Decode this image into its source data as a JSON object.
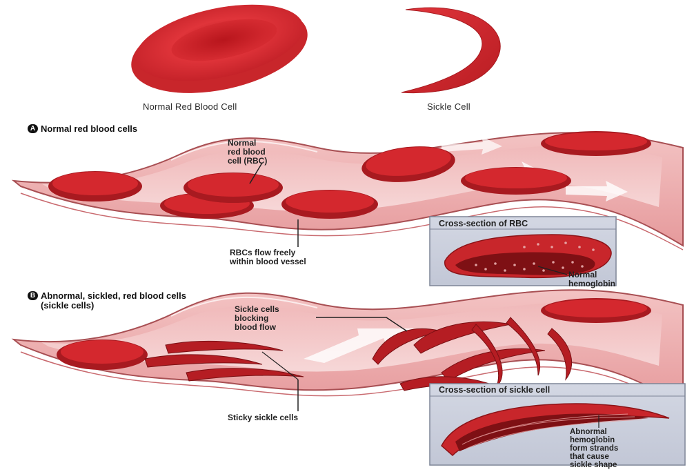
{
  "top": {
    "normal_caption": "Normal Red Blood Cell",
    "sickle_caption": "Sickle Cell"
  },
  "section_a": {
    "badge": "A",
    "title": "Normal red blood cells",
    "rbc_label": "Normal\nred blood\ncell (RBC)",
    "flow_label": "RBCs flow freely\nwithin blood vessel",
    "inset_title": "Cross-section of RBC",
    "inset_label": "Normal\nhemoglobin"
  },
  "section_b": {
    "badge": "B",
    "title": "Abnormal, sickled, red blood cells\n(sickle cells)",
    "blocking_label": "Sickle cells\nblocking\nblood flow",
    "sticky_label": "Sticky sickle cells",
    "inset_title": "Cross-section of sickle cell",
    "inset_label": "Abnormal\nhemoglobin\nform strands\nthat cause\nsickle shape"
  },
  "colors": {
    "vessel_wall": "#e8a3a3",
    "vessel_inner": "#f6d6d6",
    "vessel_edge": "#a84f53",
    "cell": "#c8262b",
    "cell_dark": "#8c1418",
    "panel_bg": "#c9cedd",
    "panel_border": "#7e8597"
  }
}
